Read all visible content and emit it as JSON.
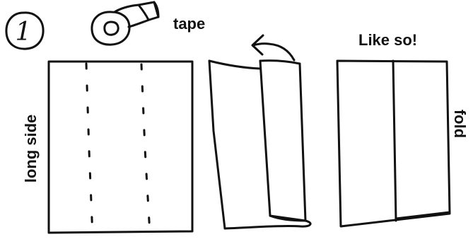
{
  "step": {
    "number": "1"
  },
  "labels": {
    "tape": "tape",
    "like_so": "Like so!",
    "long_side": "long side",
    "fold": "fold"
  },
  "icons": {
    "step_badge": "circled-number-icon",
    "tape_roll": "tape-roll-icon",
    "fold_arrow": "curved-arrow-icon"
  },
  "colors": {
    "ink": "#111111",
    "paper": "#ffffff"
  }
}
